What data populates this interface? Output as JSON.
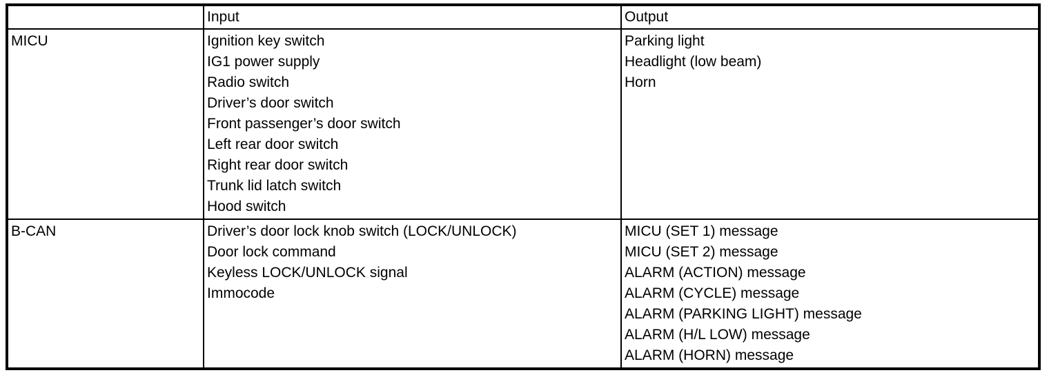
{
  "colors": {
    "background": "#ffffff",
    "border": "#000000",
    "text": "#000000"
  },
  "table": {
    "headers": {
      "system": "",
      "input": "Input",
      "output": "Output"
    },
    "rows": [
      {
        "system": "MICU",
        "inputs": [
          "Ignition key switch",
          "IG1 power supply",
          "Radio switch",
          "Driver’s door switch",
          "Front passenger’s door switch",
          "Left rear door switch",
          "Right rear door switch",
          "Trunk lid latch switch",
          "Hood switch"
        ],
        "outputs": [
          "Parking light",
          "Headlight (low beam)",
          "Horn"
        ]
      },
      {
        "system": "B-CAN",
        "inputs": [
          "Driver’s door lock knob switch (LOCK/UNLOCK)",
          "Door lock command",
          "Keyless LOCK/UNLOCK signal",
          "Immocode"
        ],
        "outputs": [
          "MICU (SET 1) message",
          "MICU (SET 2) message",
          "ALARM (ACTION) message",
          "ALARM (CYCLE) message",
          "ALARM (PARKING LIGHT) message",
          "ALARM (H/L LOW) message",
          "ALARM (HORN) message"
        ]
      }
    ]
  }
}
